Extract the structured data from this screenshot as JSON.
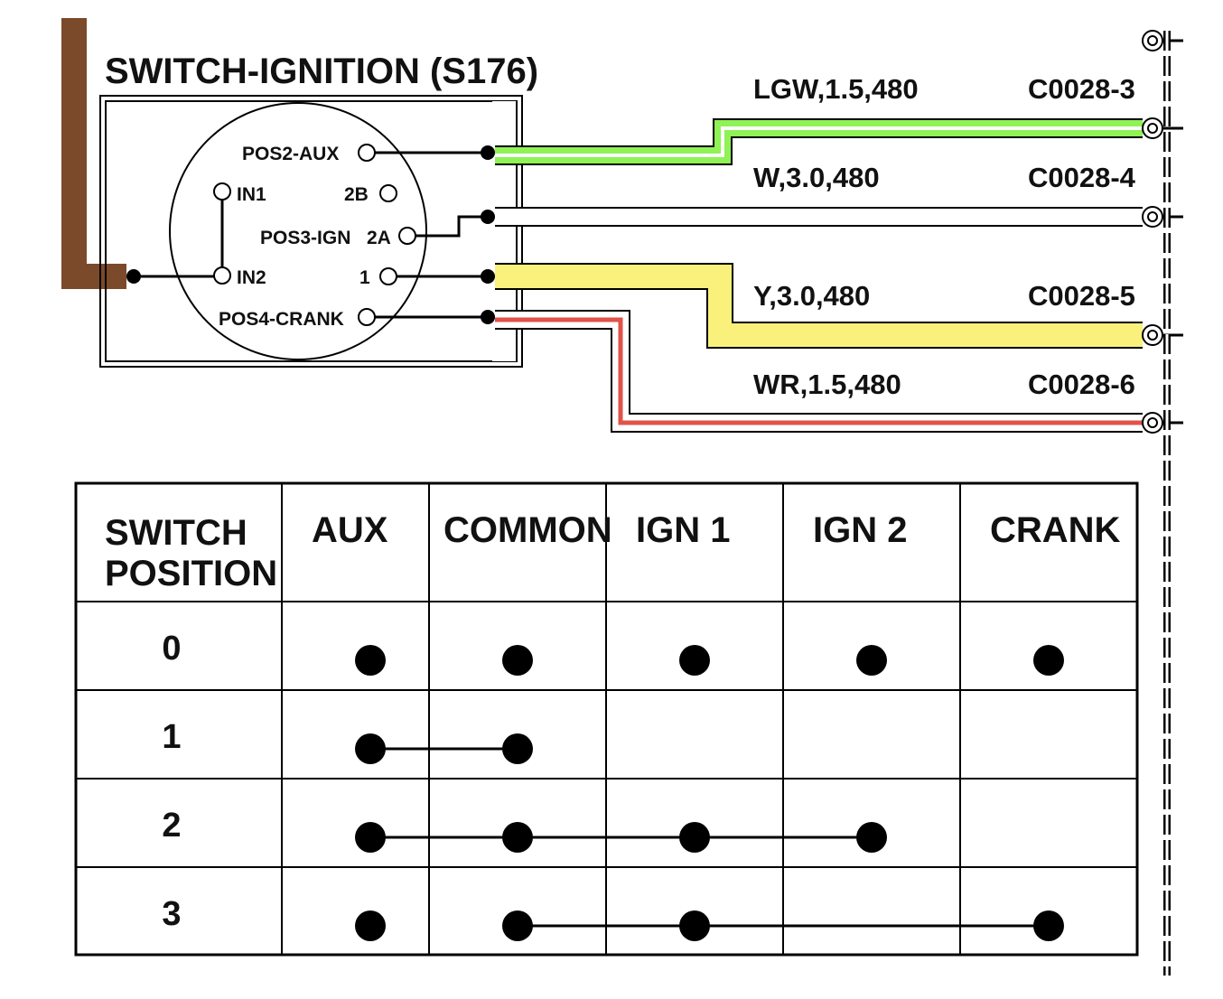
{
  "switch": {
    "title": "SWITCH-IGNITION (S176)",
    "pins": {
      "pos2_aux": "POS2-AUX",
      "in1": "IN1",
      "p2b": "2B",
      "pos3_ign": "POS3-IGN",
      "p2a": "2A",
      "in2": "IN2",
      "p1": "1",
      "pos4_crank": "POS4-CRANK"
    }
  },
  "wires": [
    {
      "label": "LGW,1.5,480",
      "connector": "C0028-3",
      "color": "#8ff255",
      "stripe": "#ffffff"
    },
    {
      "label": "W,3.0,480",
      "connector": "C0028-4",
      "color": "#ffffff",
      "stripe": "#ffffff"
    },
    {
      "label": "Y,3.0,480",
      "connector": "C0028-5",
      "color": "#faf17c",
      "stripe": "#faf17c"
    },
    {
      "label": "WR,1.5,480",
      "connector": "C0028-6",
      "color": "#ffffff",
      "stripe": "#e0534a"
    }
  ],
  "harness_color": "#7b4a2a",
  "table": {
    "corner": [
      "SWITCH",
      "POSITION"
    ],
    "columns": [
      "AUX",
      "COMMON",
      "IGN 1",
      "IGN 2",
      "CRANK"
    ],
    "rows": [
      {
        "position": "0",
        "dots": [
          0,
          1,
          2,
          3,
          4
        ],
        "links": []
      },
      {
        "position": "1",
        "dots": [
          0,
          1
        ],
        "links": [
          [
            0,
            1
          ]
        ]
      },
      {
        "position": "2",
        "dots": [
          0,
          1,
          2,
          3
        ],
        "links": [
          [
            0,
            3
          ]
        ]
      },
      {
        "position": "3",
        "dots": [
          0,
          1,
          2,
          4
        ],
        "links": [
          [
            1,
            4
          ]
        ]
      }
    ]
  }
}
